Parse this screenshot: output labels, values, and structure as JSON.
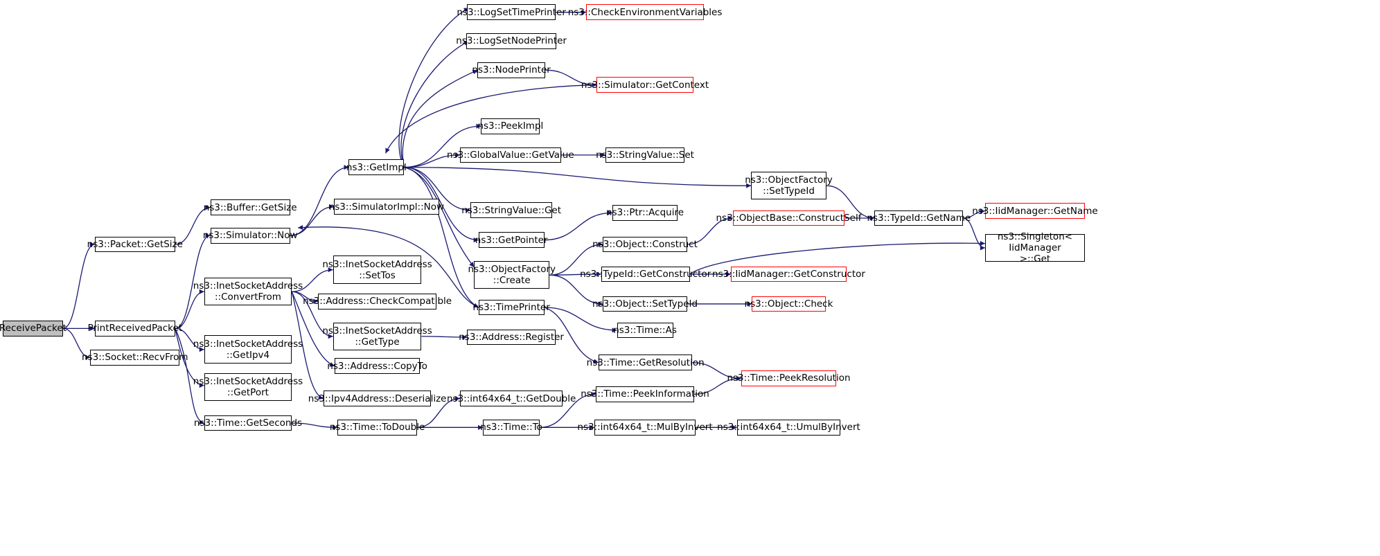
{
  "diagram": {
    "type": "call-graph",
    "edge_color": "#191970",
    "incomplete_node_border": "#ff0000",
    "root_fill": "#bfbfbf",
    "nodes": [
      {
        "id": "receive",
        "label": "ReceivePacket",
        "style": "root"
      },
      {
        "id": "pkt_getsize",
        "label": "ns3::Packet::GetSize"
      },
      {
        "id": "printrecv",
        "label": "PrintReceivedPacket"
      },
      {
        "id": "recvfrom",
        "label": "ns3::Socket::RecvFrom"
      },
      {
        "id": "buf_getsize",
        "label": "ns3::Buffer::GetSize"
      },
      {
        "id": "sim_now",
        "label": "ns3::Simulator::Now"
      },
      {
        "id": "inet_convert",
        "label": "ns3::InetSocketAddress\n::ConvertFrom"
      },
      {
        "id": "inet_getipv4",
        "label": "ns3::InetSocketAddress\n::GetIpv4"
      },
      {
        "id": "inet_getport",
        "label": "ns3::InetSocketAddress\n::GetPort"
      },
      {
        "id": "time_getseconds",
        "label": "ns3::Time::GetSeconds"
      },
      {
        "id": "getimpl",
        "label": "ns3::GetImpl"
      },
      {
        "id": "simimpl_now",
        "label": "ns3::SimulatorImpl::Now"
      },
      {
        "id": "inet_settos",
        "label": "ns3::InetSocketAddress\n::SetTos"
      },
      {
        "id": "addr_checkcompat",
        "label": "ns3::Address::CheckCompatible"
      },
      {
        "id": "inet_gettype",
        "label": "ns3::InetSocketAddress\n::GetType"
      },
      {
        "id": "addr_copyto",
        "label": "ns3::Address::CopyTo"
      },
      {
        "id": "ipv4_deser",
        "label": "ns3::Ipv4Address::Deserialize"
      },
      {
        "id": "time_todouble",
        "label": "ns3::Time::ToDouble"
      },
      {
        "id": "logsettime",
        "label": "ns3::LogSetTimePrinter"
      },
      {
        "id": "logsetnode",
        "label": "ns3::LogSetNodePrinter"
      },
      {
        "id": "nodeprinter",
        "label": "ns3::NodePrinter"
      },
      {
        "id": "peekimpl",
        "label": "ns3::PeekImpl"
      },
      {
        "id": "gv_getvalue",
        "label": "ns3::GlobalValue::GetValue"
      },
      {
        "id": "sv_get",
        "label": "ns3::StringValue::Get"
      },
      {
        "id": "getpointer",
        "label": "ns3::GetPointer"
      },
      {
        "id": "of_create",
        "label": "ns3::ObjectFactory\n::Create"
      },
      {
        "id": "timeprinter",
        "label": "ns3::TimePrinter"
      },
      {
        "id": "addr_register",
        "label": "ns3::Address::Register"
      },
      {
        "id": "i64_getdouble",
        "label": "ns3::int64x64_t::GetDouble"
      },
      {
        "id": "time_to",
        "label": "ns3::Time::To"
      },
      {
        "id": "checkenv",
        "label": "ns3::CheckEnvironmentVariables",
        "style": "red"
      },
      {
        "id": "sim_getcontext",
        "label": "ns3::Simulator::GetContext",
        "style": "red"
      },
      {
        "id": "sv_set",
        "label": "ns3::StringValue::Set"
      },
      {
        "id": "ptr_acquire",
        "label": "ns3::Ptr::Acquire"
      },
      {
        "id": "obj_construct",
        "label": "ns3::Object::Construct"
      },
      {
        "id": "typeid_getctor",
        "label": "ns3::TypeId::GetConstructor"
      },
      {
        "id": "obj_settypeid",
        "label": "ns3::Object::SetTypeId"
      },
      {
        "id": "time_as",
        "label": "ns3::Time::As"
      },
      {
        "id": "time_getres",
        "label": "ns3::Time::GetResolution"
      },
      {
        "id": "time_peekinfo",
        "label": "ns3::Time::PeekInformation"
      },
      {
        "id": "i64_mulbyinvert",
        "label": "ns3::int64x64_t::MulByInvert"
      },
      {
        "id": "of_settypeid",
        "label": "ns3::ObjectFactory\n::SetTypeId"
      },
      {
        "id": "ob_constructself",
        "label": "ns3::ObjectBase::ConstructSelf",
        "style": "red"
      },
      {
        "id": "iid_getctor",
        "label": "ns3::IidManager::GetConstructor",
        "style": "red"
      },
      {
        "id": "obj_check",
        "label": "ns3::Object::Check",
        "style": "red"
      },
      {
        "id": "time_peekres",
        "label": "ns3::Time::PeekResolution",
        "style": "red"
      },
      {
        "id": "i64_umulbyinvert",
        "label": "ns3::int64x64_t::UmulByInvert"
      },
      {
        "id": "typeid_getname",
        "label": "ns3::TypeId::GetName"
      },
      {
        "id": "iid_getname",
        "label": "ns3::IidManager::GetName",
        "style": "red"
      },
      {
        "id": "singleton_get",
        "label": "ns3::Singleton< IidManager\n>::Get"
      }
    ],
    "edges": [
      [
        "receive",
        "pkt_getsize"
      ],
      [
        "receive",
        "printrecv"
      ],
      [
        "receive",
        "recvfrom"
      ],
      [
        "pkt_getsize",
        "buf_getsize"
      ],
      [
        "printrecv",
        "sim_now"
      ],
      [
        "printrecv",
        "inet_convert"
      ],
      [
        "printrecv",
        "inet_getipv4"
      ],
      [
        "printrecv",
        "inet_getport"
      ],
      [
        "printrecv",
        "time_getseconds"
      ],
      [
        "sim_now",
        "getimpl"
      ],
      [
        "sim_now",
        "simimpl_now"
      ],
      [
        "inet_convert",
        "inet_settos"
      ],
      [
        "inet_convert",
        "addr_checkcompat"
      ],
      [
        "inet_convert",
        "inet_gettype"
      ],
      [
        "inet_convert",
        "addr_copyto"
      ],
      [
        "inet_convert",
        "ipv4_deser"
      ],
      [
        "inet_gettype",
        "addr_register"
      ],
      [
        "time_getseconds",
        "time_todouble"
      ],
      [
        "time_todouble",
        "i64_getdouble"
      ],
      [
        "time_todouble",
        "time_to"
      ],
      [
        "getimpl",
        "logsettime"
      ],
      [
        "getimpl",
        "logsetnode"
      ],
      [
        "getimpl",
        "nodeprinter"
      ],
      [
        "getimpl",
        "peekimpl"
      ],
      [
        "getimpl",
        "gv_getvalue"
      ],
      [
        "getimpl",
        "of_settypeid"
      ],
      [
        "getimpl",
        "sv_get"
      ],
      [
        "getimpl",
        "getpointer"
      ],
      [
        "getimpl",
        "of_create"
      ],
      [
        "getimpl",
        "timeprinter"
      ],
      [
        "logsettime",
        "checkenv"
      ],
      [
        "nodeprinter",
        "sim_getcontext"
      ],
      [
        "sim_getcontext",
        "getimpl"
      ],
      [
        "gv_getvalue",
        "sv_set"
      ],
      [
        "getpointer",
        "ptr_acquire"
      ],
      [
        "of_create",
        "obj_construct"
      ],
      [
        "of_create",
        "typeid_getctor"
      ],
      [
        "of_create",
        "obj_settypeid"
      ],
      [
        "timeprinter",
        "sim_now"
      ],
      [
        "timeprinter",
        "time_as"
      ],
      [
        "timeprinter",
        "time_getres"
      ],
      [
        "obj_construct",
        "ob_constructself"
      ],
      [
        "typeid_getctor",
        "iid_getctor"
      ],
      [
        "typeid_getctor",
        "singleton_get"
      ],
      [
        "obj_settypeid",
        "obj_check"
      ],
      [
        "time_getres",
        "time_peekres"
      ],
      [
        "time_to",
        "time_peekinfo"
      ],
      [
        "time_to",
        "i64_mulbyinvert"
      ],
      [
        "time_peekinfo",
        "time_peekres"
      ],
      [
        "i64_mulbyinvert",
        "i64_umulbyinvert"
      ],
      [
        "of_settypeid",
        "typeid_getname"
      ],
      [
        "ob_constructself",
        "typeid_getname"
      ],
      [
        "typeid_getname",
        "iid_getname"
      ],
      [
        "typeid_getname",
        "singleton_get"
      ]
    ]
  }
}
